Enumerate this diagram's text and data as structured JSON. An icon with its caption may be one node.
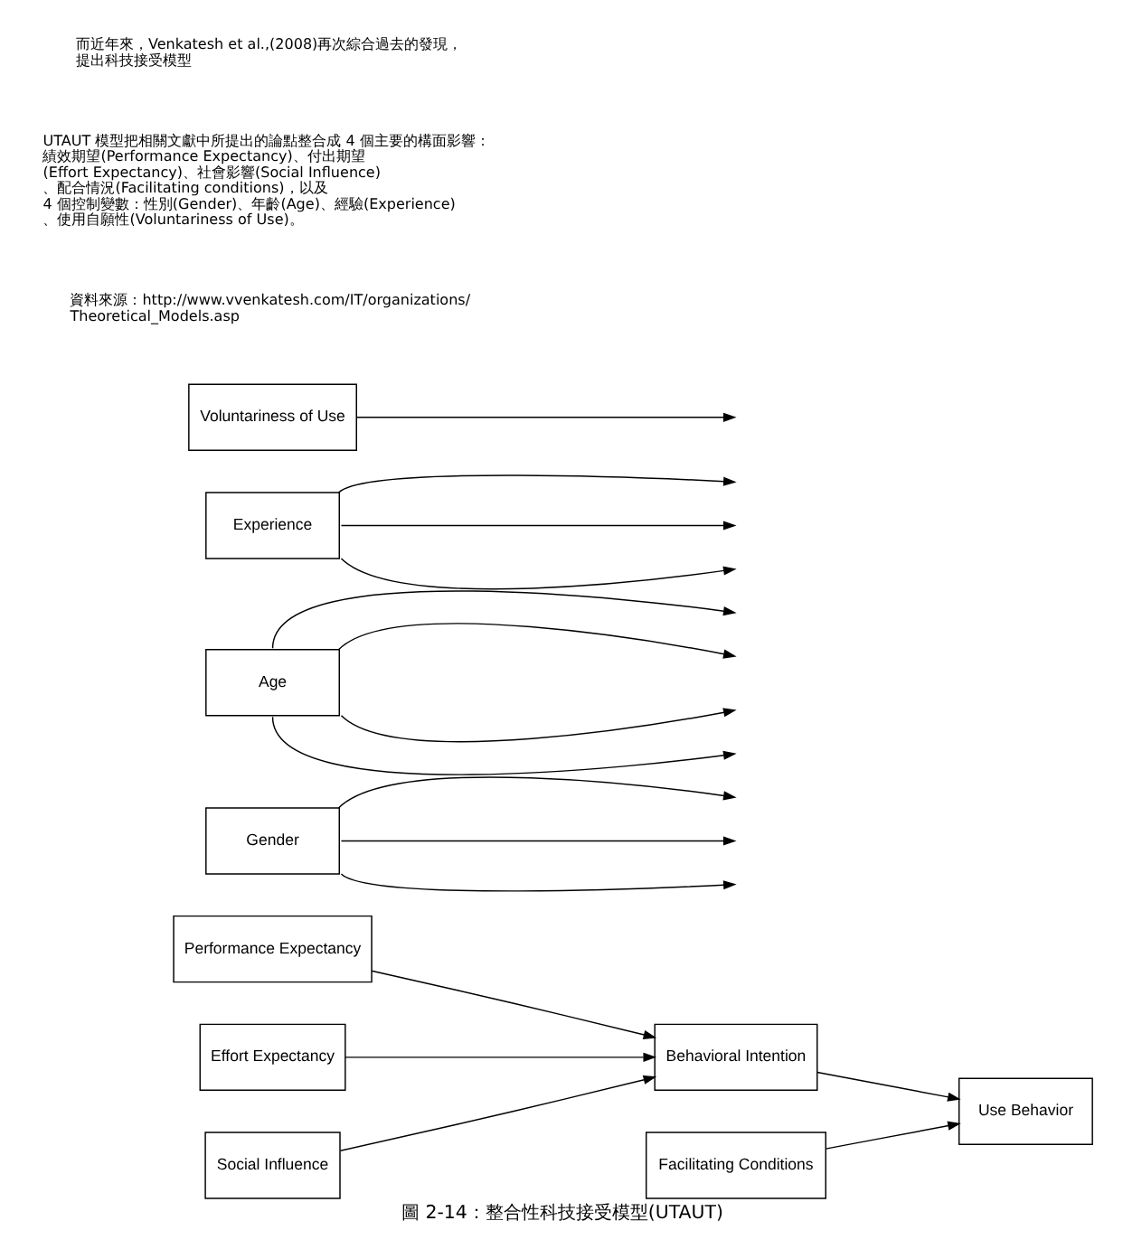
{
  "diagram": {
    "caption": "圖 2-14：整合性科技接受模型(UTAUT)",
    "nodes": [
      {
        "text": [
          "Performance Expectancy"
        ]
      },
      {
        "text": [
          "Effort Expectancy"
        ]
      },
      {
        "text": [
          "Social Influence"
        ]
      },
      {
        "text": [
          "Facilitating Conditions"
        ]
      },
      {
        "text": [
          "Behavioral Intention"
        ]
      },
      {
        "text": [
          "Use Behavior"
        ]
      },
      {
        "text": [
          "Gender"
        ]
      },
      {
        "text": [
          "Age"
        ]
      },
      {
        "text": [
          "Experience"
        ]
      },
      {
        "text": [
          "Voluntariness of Use"
        ]
      }
    ],
    "edges": [
      {
        "from": 0,
        "to": 4,
        "arrow": "to"
      },
      {
        "from": 1,
        "to": 4,
        "arrow": "to"
      },
      {
        "from": 2,
        "to": 4,
        "arrow": "to"
      },
      {
        "from": 3,
        "to": 5,
        "arrow": "to"
      },
      {
        "from": 4,
        "to": 5,
        "arrow": "to"
      },
      {
        "from": 6,
        "to": null,
        "arrow": "to"
      },
      {
        "from": 6,
        "to": null,
        "arrow": "to"
      },
      {
        "from": 6,
        "to": null,
        "arrow": "to"
      },
      {
        "from": 7,
        "to": null,
        "arrow": "to"
      },
      {
        "from": 7,
        "to": null,
        "arrow": "to"
      },
      {
        "from": 7,
        "to": null,
        "arrow": "to"
      },
      {
        "from": 7,
        "to": null,
        "arrow": "to"
      },
      {
        "from": 8,
        "to": null,
        "arrow": "to"
      },
      {
        "from": 8,
        "to": null,
        "arrow": "to"
      },
      {
        "from": 8,
        "to": null,
        "arrow": "to"
      },
      {
        "from": 9,
        "to": null,
        "arrow": "to"
      }
    ],
    "labels": [
      "資料來源：http://www.vvenkatesh.com/IT/organizations/ Theoretical_Models.asp",
      "UTAUT 模型把相關文獻中所提出的論點整合成 4 個主要的構面影響：績效期望(Performance Expectancy)、付出期望 (Effort Expectancy)、社會影響(Social Influence)、配合情況(Facilitating conditions)，以及 4 個控制變數：性別(Gender)、年齡(Age)、經驗(Experience)、使用自願性(Voluntariness of Use)。",
      "而近年來，Venkatesh et al.,(2008)再次綜合過去的發現，提出科技接受模型"
    ]
  }
}
